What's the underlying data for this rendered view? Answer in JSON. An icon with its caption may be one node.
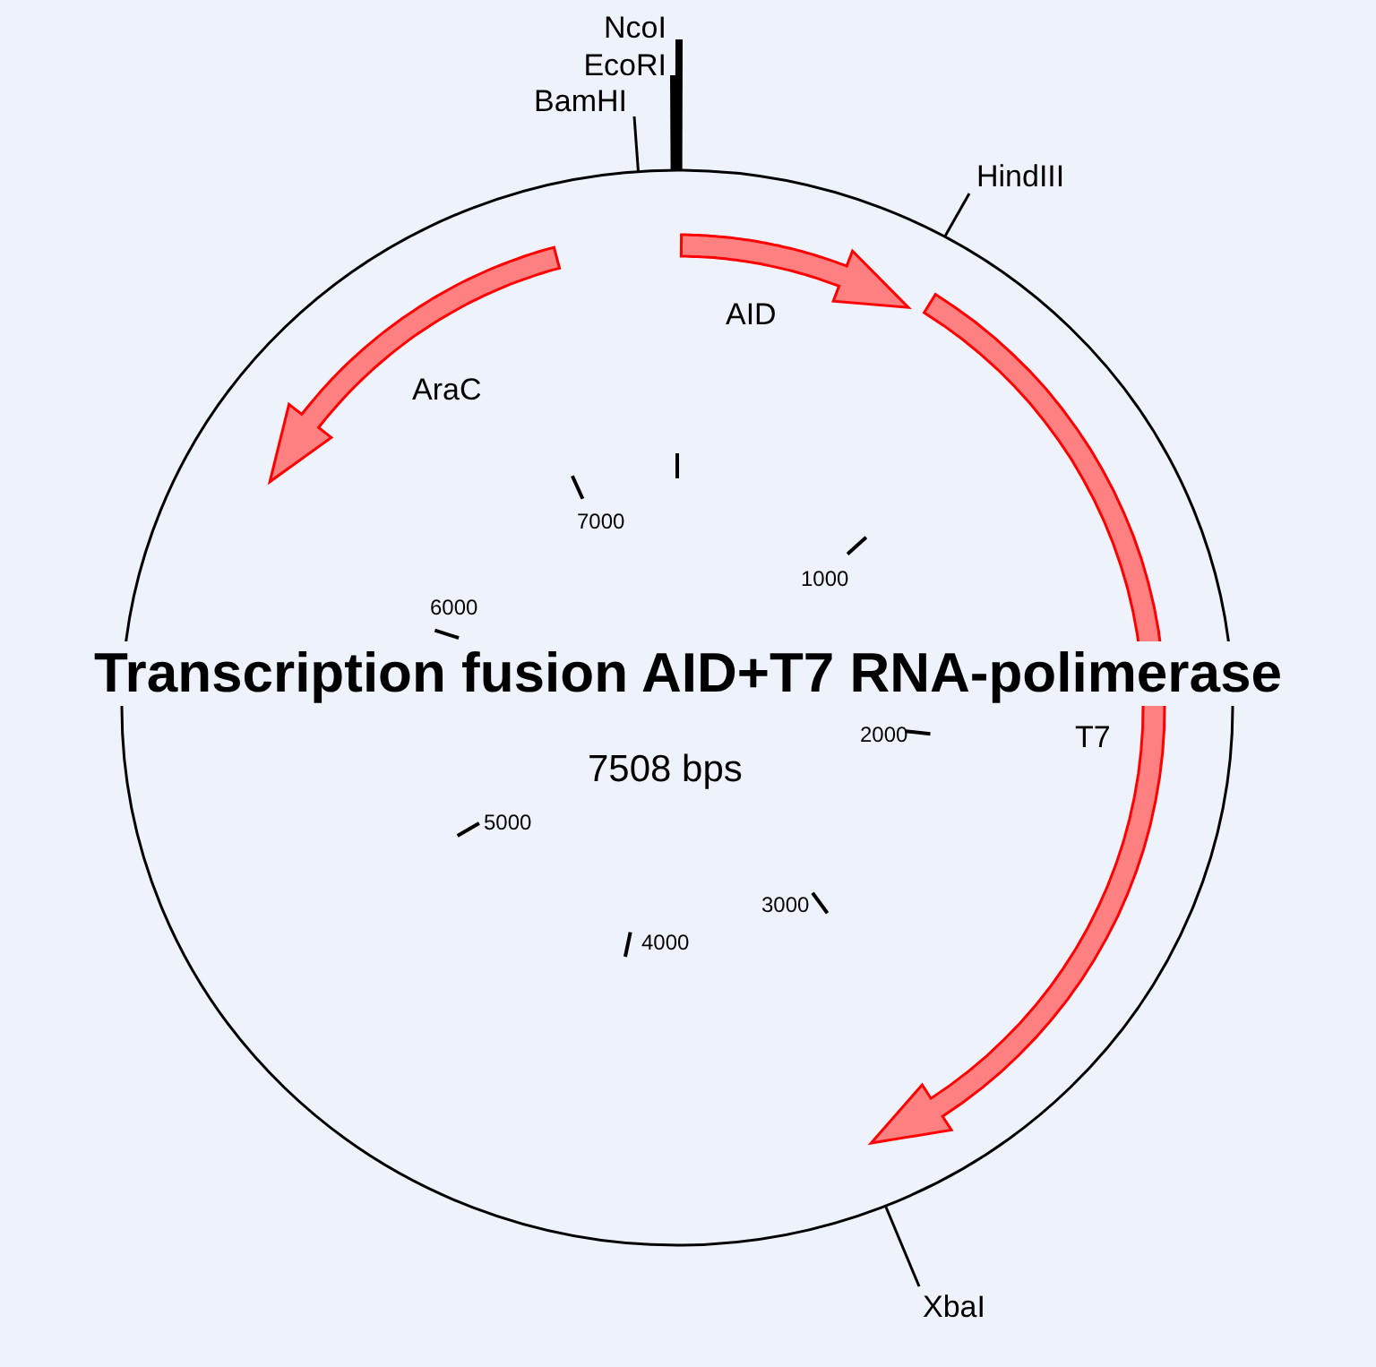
{
  "diagram": {
    "title": "Transcription fusion AID+T7 RNA-polimerase",
    "nodes": [
      {
        "text": [],
        "shape": "circle"
      },
      {
        "text": [
          "NcoI"
        ]
      },
      {
        "text": [
          "EcoRI"
        ]
      },
      {
        "text": [
          "BamHI"
        ]
      },
      {
        "text": [
          "HindIII"
        ]
      },
      {
        "text": [
          "XbaI"
        ]
      }
    ],
    "edges": [
      {
        "from": 1,
        "to": 0,
        "arrow": "none",
        "style": "thick"
      },
      {
        "from": 2,
        "to": 0,
        "arrow": "none",
        "style": "thick"
      },
      {
        "from": 3,
        "to": 0,
        "arrow": "none"
      },
      {
        "from": 4,
        "to": 0,
        "arrow": "none"
      },
      {
        "from": 5,
        "to": 0,
        "arrow": "none"
      }
    ],
    "labels": [
      "AID",
      "AraC",
      "7000",
      "1000",
      "6000",
      "T7",
      "2000",
      "7508 bps",
      "5000",
      "3000",
      "4000"
    ]
  }
}
